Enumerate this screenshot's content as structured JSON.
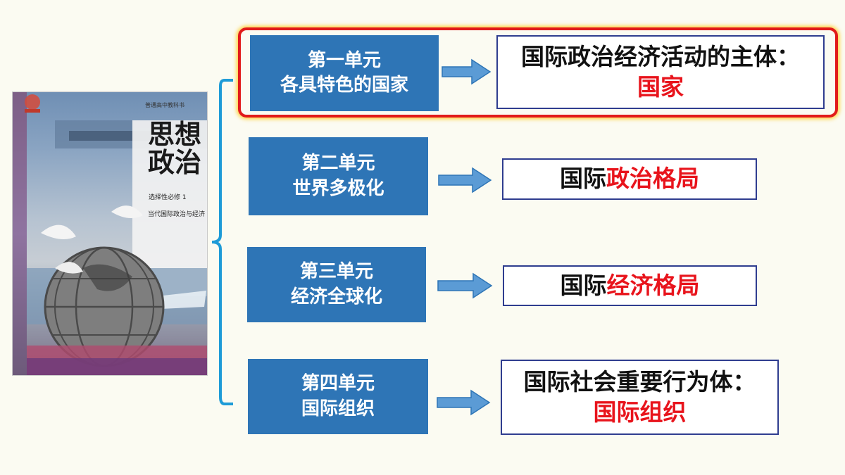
{
  "book": {
    "series": "普通高中教科书",
    "title_line1": "思想",
    "title_line2": "政治",
    "subtitle": "选择性必修 1",
    "book_subtitle": "当代国际政治与经济"
  },
  "units": [
    {
      "line1": "第一单元",
      "line2": "各具特色的国家"
    },
    {
      "line1": "第二单元",
      "line2": "世界多极化"
    },
    {
      "line1": "第三单元",
      "line2": "经济全球化"
    },
    {
      "line1": "第四单元",
      "line2": "国际组织"
    }
  ],
  "results": [
    {
      "line1": "国际政治经济活动的主体：",
      "line2_red": "国家"
    },
    {
      "black": "国际",
      "red": "政治格局"
    },
    {
      "black": "国际",
      "red": "经济格局"
    },
    {
      "line1": "国际社会重要行为体：",
      "line2_red": "国际组织"
    }
  ],
  "colors": {
    "unit_fill": "#2e75b6",
    "highlight": "#e11a1a",
    "accent_red": "#e8141c",
    "bracket": "#1e9bd7"
  }
}
